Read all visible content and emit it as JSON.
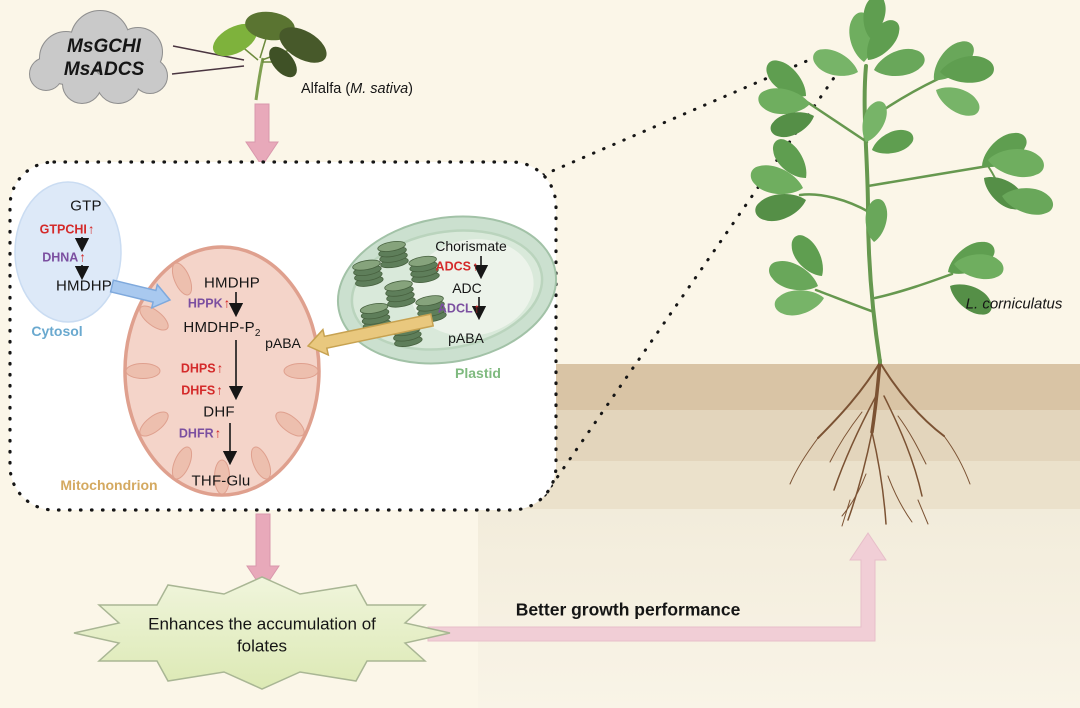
{
  "figure": {
    "cloud": {
      "gene1": "MsGCHI",
      "gene2": "MsADCS"
    },
    "alfalfa": {
      "prefix": "Alfalfa (",
      "species": "M. sativa",
      "suffix": ")"
    }
  },
  "pathway": {
    "cytosol": {
      "label": "Cytosol",
      "gtp": "GTP",
      "gtpchi": "GTPCHI",
      "dhna": "DHNA",
      "hmdhp": "HMDHP"
    },
    "mitochondrion": {
      "label": "Mitochondrion",
      "hmdhp": "HMDHP",
      "hppk": "HPPK",
      "hmdhp_p2_base": "HMDHP-P",
      "hmdhp_p2_sub": "2",
      "paba": "pABA",
      "dhps": "DHPS",
      "dhfs": "DHFS",
      "dhf": "DHF",
      "dhfr": "DHFR",
      "thf_glu": "THF-Glu"
    },
    "plastid": {
      "label": "Plastid",
      "chorismate": "Chorismate",
      "adcs": "ADCS",
      "adc": "ADC",
      "adcl": "ADCL",
      "paba": "pABA"
    }
  },
  "right_panel": {
    "species": "L. corniculatus"
  },
  "bottom": {
    "starburst": "Enhances the accumulation of folates",
    "growth": "Better growth performance"
  },
  "icons": {
    "up_arrow": "↑"
  },
  "colors": {
    "background": "#fbf6e8",
    "red_up": "#d42a2a",
    "purple_enzyme": "#7b4fa0",
    "cytosol_label": "#6aa9cf",
    "mitochondrion_label": "#d4a960",
    "plastid_label": "#7fba7f",
    "pink_arrow": "#e8a9ba"
  }
}
